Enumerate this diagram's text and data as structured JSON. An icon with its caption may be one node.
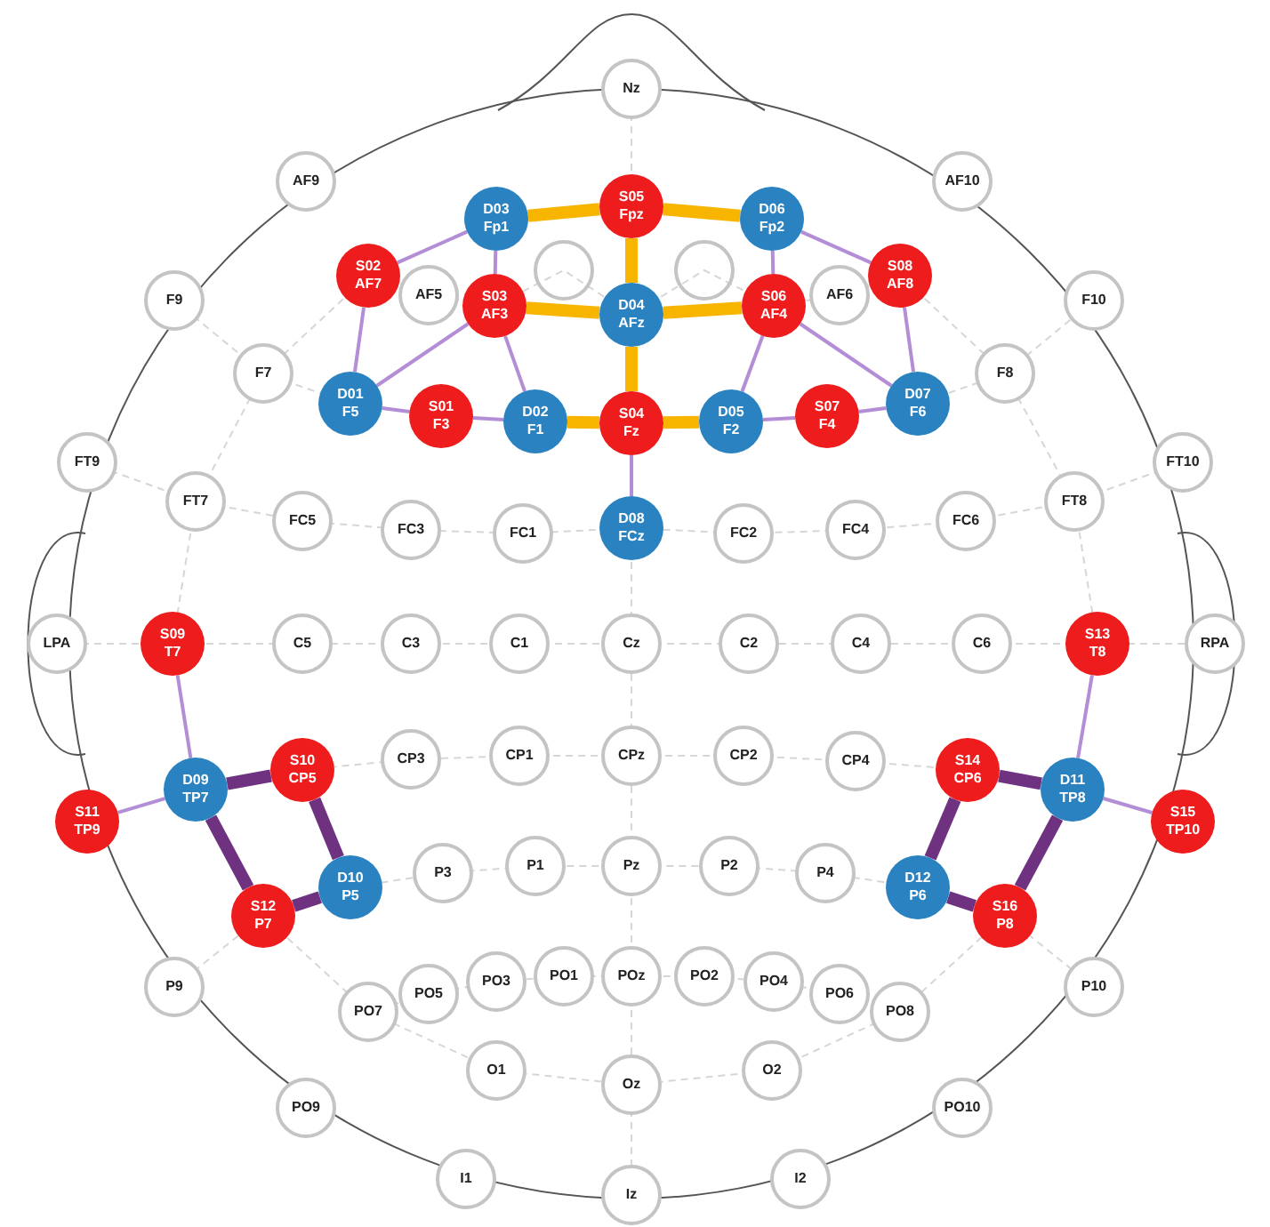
{
  "diagram": {
    "nodes": [
      {
        "text": [
          "Nz"
        ]
      },
      {
        "text": [
          "AF9"
        ]
      },
      {
        "text": [
          "AF10"
        ]
      },
      {
        "text": [
          "D03",
          "Fp1"
        ]
      },
      {
        "text": [
          "S05",
          "Fpz"
        ]
      },
      {
        "text": [
          "D06",
          "Fp2"
        ]
      },
      {
        "text": [
          "S02",
          "AF7"
        ]
      },
      {
        "text": [
          "AF5"
        ]
      },
      {
        "text": [
          "S03",
          "AF3"
        ]
      },
      {
        "text": [],
        "shape": "circle"
      },
      {
        "text": [
          "D04",
          "AFz"
        ]
      },
      {
        "text": [],
        "shape": "circle"
      },
      {
        "text": [
          "S06",
          "AF4"
        ]
      },
      {
        "text": [
          "AF6"
        ]
      },
      {
        "text": [
          "S08",
          "AF8"
        ]
      },
      {
        "text": [
          "F9"
        ]
      },
      {
        "text": [
          "F10"
        ]
      },
      {
        "text": [
          "F7"
        ]
      },
      {
        "text": [
          "F8"
        ]
      },
      {
        "text": [
          "D01",
          "F5"
        ]
      },
      {
        "text": [
          "S01",
          "F3"
        ]
      },
      {
        "text": [
          "D02",
          "F1"
        ]
      },
      {
        "text": [
          "S04",
          "Fz"
        ]
      },
      {
        "text": [
          "D05",
          "F2"
        ]
      },
      {
        "text": [
          "S07",
          "F4"
        ]
      },
      {
        "text": [
          "D07",
          "F6"
        ]
      },
      {
        "text": [
          "FT9"
        ]
      },
      {
        "text": [
          "FT10"
        ]
      },
      {
        "text": [
          "FT7"
        ]
      },
      {
        "text": [
          "FC5"
        ]
      },
      {
        "text": [
          "FC3"
        ]
      },
      {
        "text": [
          "FC1"
        ]
      },
      {
        "text": [
          "D08",
          "FCz"
        ]
      },
      {
        "text": [
          "FC2"
        ]
      },
      {
        "text": [
          "FC4"
        ]
      },
      {
        "text": [
          "FC6"
        ]
      },
      {
        "text": [
          "FT8"
        ]
      },
      {
        "text": [
          "LPA"
        ]
      },
      {
        "text": [
          "S09",
          "T7"
        ]
      },
      {
        "text": [
          "C5"
        ]
      },
      {
        "text": [
          "C3"
        ]
      },
      {
        "text": [
          "C1"
        ]
      },
      {
        "text": [
          "Cz"
        ]
      },
      {
        "text": [
          "C2"
        ]
      },
      {
        "text": [
          "C4"
        ]
      },
      {
        "text": [
          "C6"
        ]
      },
      {
        "text": [
          "S13",
          "T8"
        ]
      },
      {
        "text": [
          "RPA"
        ]
      },
      {
        "text": [
          "S10",
          "CP5"
        ]
      },
      {
        "text": [
          "CP3"
        ]
      },
      {
        "text": [
          "CP1"
        ]
      },
      {
        "text": [
          "CPz"
        ]
      },
      {
        "text": [
          "CP2"
        ]
      },
      {
        "text": [
          "CP4"
        ]
      },
      {
        "text": [
          "S14",
          "CP6"
        ]
      },
      {
        "text": [
          "D09",
          "TP7"
        ]
      },
      {
        "text": [
          "D11",
          "TP8"
        ]
      },
      {
        "text": [
          "S11",
          "TP9"
        ]
      },
      {
        "text": [
          "S15",
          "TP10"
        ]
      },
      {
        "text": [
          "D10",
          "P5"
        ]
      },
      {
        "text": [
          "P3"
        ]
      },
      {
        "text": [
          "P1"
        ]
      },
      {
        "text": [
          "Pz"
        ]
      },
      {
        "text": [
          "P2"
        ]
      },
      {
        "text": [
          "P4"
        ]
      },
      {
        "text": [
          "D12",
          "P6"
        ]
      },
      {
        "text": [
          "S12",
          "P7"
        ]
      },
      {
        "text": [
          "S16",
          "P8"
        ]
      },
      {
        "text": [
          "P9"
        ]
      },
      {
        "text": [
          "P10"
        ]
      },
      {
        "text": [
          "PO7"
        ]
      },
      {
        "text": [
          "PO5"
        ]
      },
      {
        "text": [
          "PO3"
        ]
      },
      {
        "text": [
          "PO1"
        ]
      },
      {
        "text": [
          "POz"
        ]
      },
      {
        "text": [
          "PO2"
        ]
      },
      {
        "text": [
          "PO4"
        ]
      },
      {
        "text": [
          "PO6"
        ]
      },
      {
        "text": [
          "PO8"
        ]
      },
      {
        "text": [
          "O1"
        ]
      },
      {
        "text": [
          "Oz"
        ]
      },
      {
        "text": [
          "O2"
        ]
      },
      {
        "text": [
          "PO9"
        ]
      },
      {
        "text": [
          "PO10"
        ]
      },
      {
        "text": [
          "I1"
        ]
      },
      {
        "text": [
          "Iz"
        ]
      },
      {
        "text": [
          "I2"
        ]
      }
    ],
    "edges": [
      {
        "from": 3,
        "to": 6,
        "arrow": "none"
      },
      {
        "from": 3,
        "to": 8,
        "arrow": "none"
      },
      {
        "from": 6,
        "to": 19,
        "arrow": "none"
      },
      {
        "from": 8,
        "to": 19,
        "arrow": "none"
      },
      {
        "from": 8,
        "to": 21,
        "arrow": "none"
      },
      {
        "from": 19,
        "to": 20,
        "arrow": "none"
      },
      {
        "from": 20,
        "to": 21,
        "arrow": "none"
      },
      {
        "from": 22,
        "to": 32,
        "arrow": "none"
      },
      {
        "from": 5,
        "to": 14,
        "arrow": "none"
      },
      {
        "from": 5,
        "to": 12,
        "arrow": "none"
      },
      {
        "from": 12,
        "to": 23,
        "arrow": "none"
      },
      {
        "from": 12,
        "to": 25,
        "arrow": "none"
      },
      {
        "from": 14,
        "to": 25,
        "arrow": "none"
      },
      {
        "from": 23,
        "to": 24,
        "arrow": "none"
      },
      {
        "from": 24,
        "to": 25,
        "arrow": "none"
      },
      {
        "from": 38,
        "to": 55,
        "arrow": "none"
      },
      {
        "from": 55,
        "to": 57,
        "arrow": "none"
      },
      {
        "from": 46,
        "to": 56,
        "arrow": "none"
      },
      {
        "from": 56,
        "to": 58,
        "arrow": "none"
      },
      {
        "from": 3,
        "to": 4,
        "arrow": "none",
        "style": "thick",
        "color": "#f7b500"
      },
      {
        "from": 4,
        "to": 5,
        "arrow": "none",
        "style": "thick",
        "color": "#f7b500"
      },
      {
        "from": 8,
        "to": 10,
        "arrow": "none",
        "style": "thick",
        "color": "#f7b500"
      },
      {
        "from": 10,
        "to": 12,
        "arrow": "none",
        "style": "thick",
        "color": "#f7b500"
      },
      {
        "from": 4,
        "to": 10,
        "arrow": "none",
        "style": "thick",
        "color": "#f7b500"
      },
      {
        "from": 10,
        "to": 22,
        "arrow": "none",
        "style": "thick",
        "color": "#f7b500"
      },
      {
        "from": 21,
        "to": 22,
        "arrow": "none",
        "style": "thick",
        "color": "#f7b500"
      },
      {
        "from": 22,
        "to": 23,
        "arrow": "none",
        "style": "thick",
        "color": "#f7b500"
      },
      {
        "from": 55,
        "to": 48,
        "arrow": "none",
        "style": "thick",
        "color": "#6e3280"
      },
      {
        "from": 48,
        "to": 59,
        "arrow": "none",
        "style": "thick",
        "color": "#6e3280"
      },
      {
        "from": 55,
        "to": 66,
        "arrow": "none",
        "style": "thick",
        "color": "#6e3280"
      },
      {
        "from": 66,
        "to": 59,
        "arrow": "none",
        "style": "thick",
        "color": "#6e3280"
      },
      {
        "from": 54,
        "to": 56,
        "arrow": "none",
        "style": "thick",
        "color": "#6e3280"
      },
      {
        "from": 54,
        "to": 65,
        "arrow": "none",
        "style": "thick",
        "color": "#6e3280"
      },
      {
        "from": 56,
        "to": 67,
        "arrow": "none",
        "style": "thick",
        "color": "#6e3280"
      },
      {
        "from": 65,
        "to": 67,
        "arrow": "none",
        "style": "thick",
        "color": "#6e3280"
      }
    ]
  }
}
